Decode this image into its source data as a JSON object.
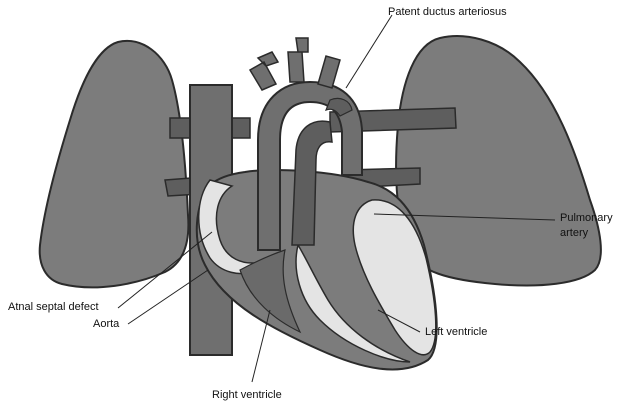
{
  "labels": {
    "patent_ductus": "Patent ductus arteriosus",
    "pulmonary_artery_line1": "Pulmonary",
    "pulmonary_artery_line2": "artery",
    "atrial_septal_defect": "Atnal septal defect",
    "aorta": "Aorta",
    "left_ventricle": "Left ventricle",
    "right_ventricle": "Right ventricle"
  },
  "colors": {
    "tissue": "#7c7c7c",
    "tissue_dark": "#5e5e5e",
    "outline": "#2b2b2b",
    "light_chamber": "#e4e4e4",
    "leader": "#222222"
  }
}
